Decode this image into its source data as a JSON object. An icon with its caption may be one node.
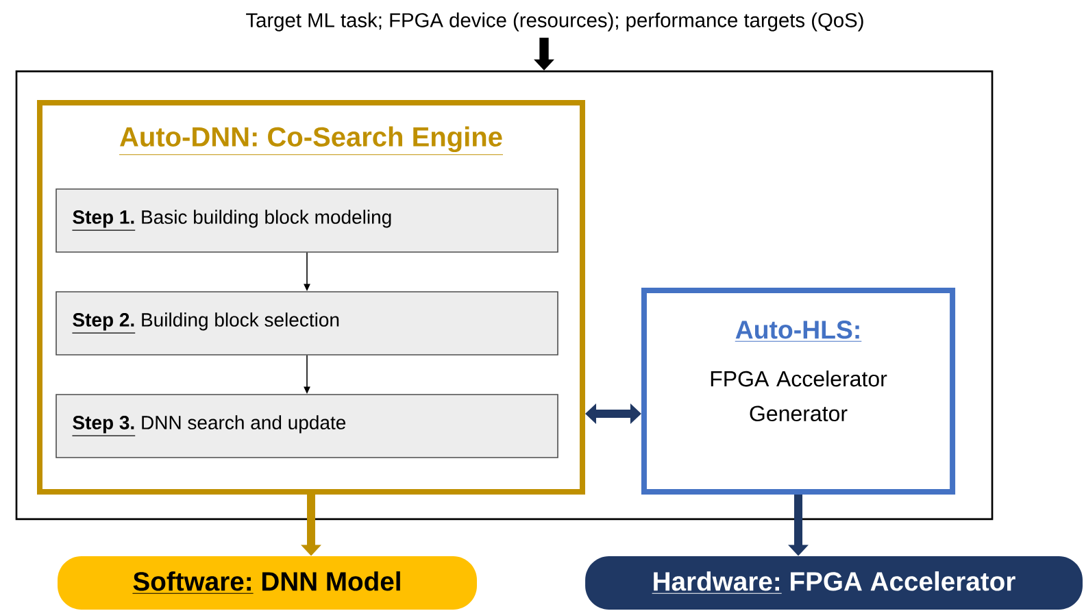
{
  "diagram": {
    "nodes": [
      {
        "text": [
          "Target ML task; FPGA device (resources); performance targets (QoS)"
        ]
      },
      {
        "text": [],
        "shape": "box"
      },
      {
        "text": [
          "Auto-DNN: Co-Search Engine"
        ],
        "in": 1
      },
      {
        "text": [
          "Step 1.",
          "Basic building block modeling"
        ],
        "in": 2
      },
      {
        "text": [
          "Step 2.",
          "Building block selection"
        ],
        "in": 2
      },
      {
        "text": [
          "Step 3.",
          "DNN search and update"
        ],
        "in": 2
      },
      {
        "text": [
          "Auto-HLS:",
          "FPGA Accelerator Generator"
        ],
        "in": 1
      },
      {
        "text": [
          "Software:",
          "DNN Model"
        ]
      },
      {
        "text": [
          "Hardware:",
          "FPGA Accelerator"
        ]
      }
    ],
    "edges": [
      {
        "from": 0,
        "to": 1,
        "arrow": "to"
      },
      {
        "from": 3,
        "to": 4,
        "arrow": "to"
      },
      {
        "from": 4,
        "to": 5,
        "arrow": "to"
      },
      {
        "from": 2,
        "to": 6,
        "arrow": "both",
        "color": "#203864"
      },
      {
        "from": 2,
        "to": 7,
        "arrow": "to",
        "color": "#bf9000"
      },
      {
        "from": 6,
        "to": 8,
        "arrow": "to",
        "color": "#1f3864"
      }
    ]
  }
}
